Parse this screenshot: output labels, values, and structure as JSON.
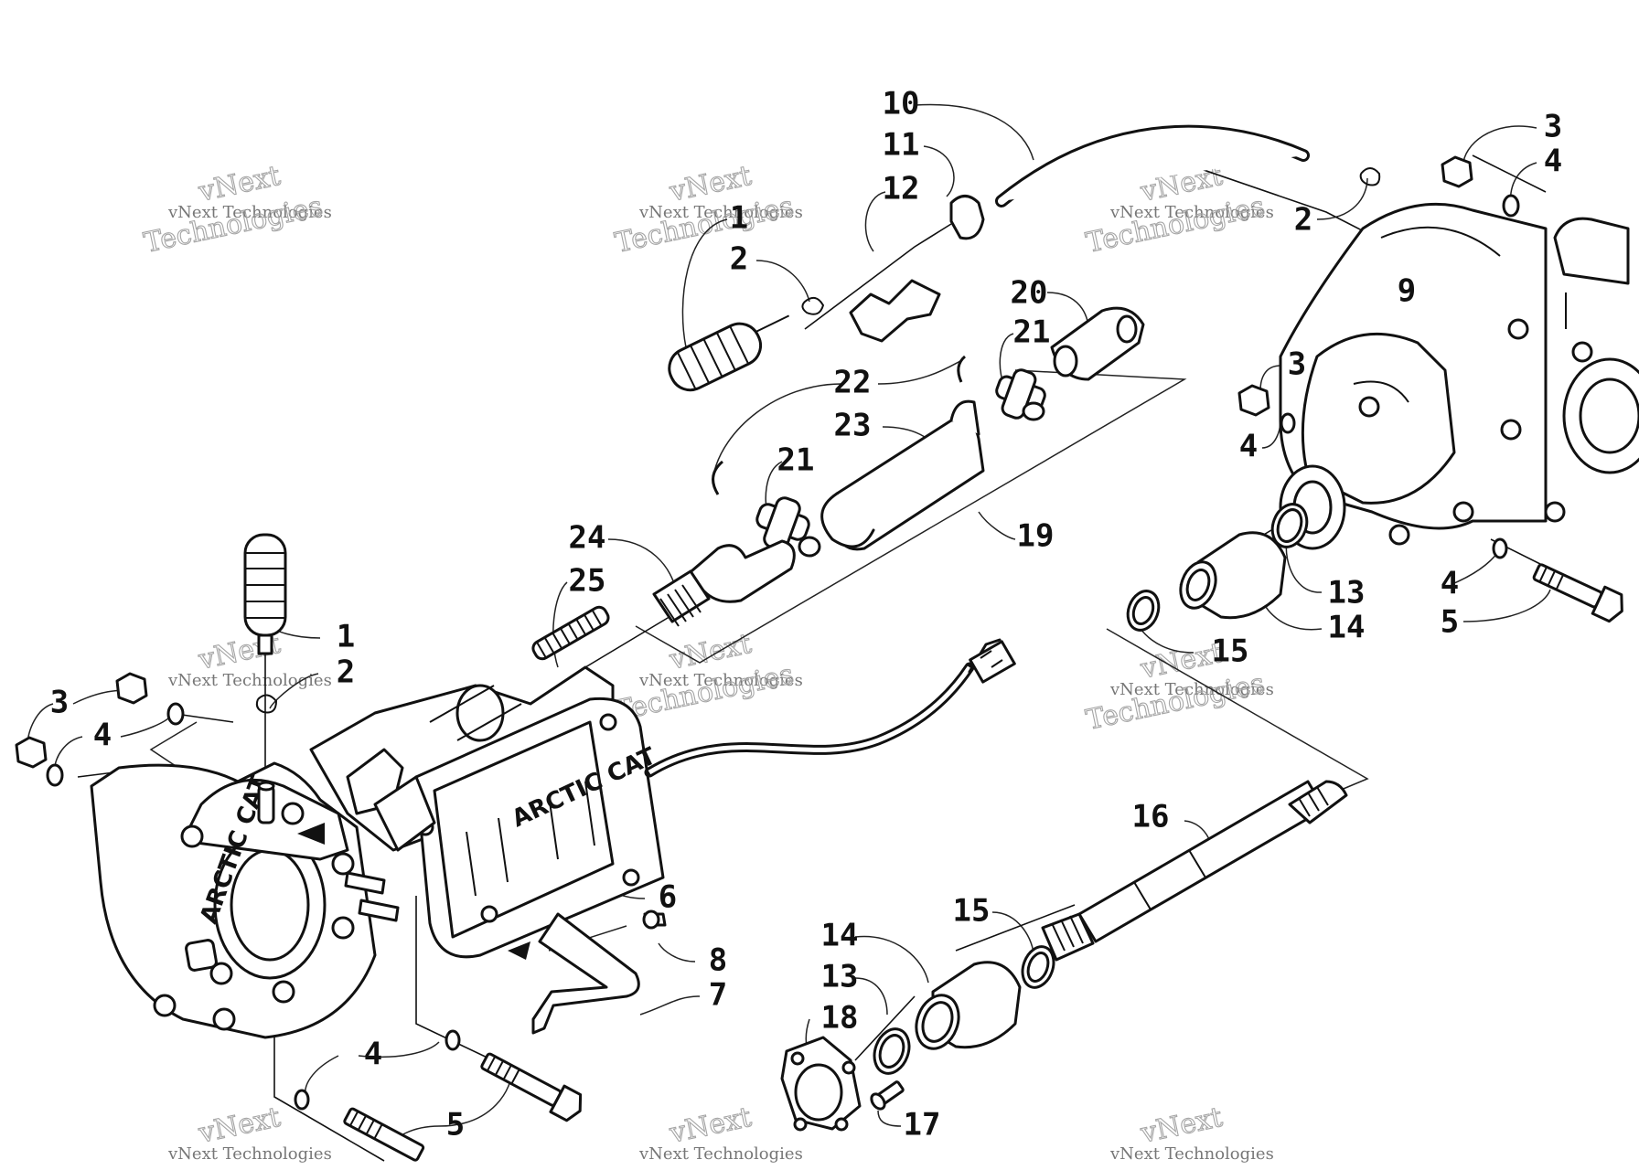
{
  "diagram": {
    "callouts": [
      "1",
      "2",
      "3",
      "4",
      "5",
      "6",
      "7",
      "8",
      "9",
      "10",
      "11",
      "12",
      "13",
      "14",
      "15",
      "16",
      "17",
      "18",
      "19",
      "20",
      "21",
      "22",
      "23",
      "24",
      "25"
    ],
    "brand_marks": [
      "ARCTIC CAT",
      "ARCTIC CAT"
    ],
    "watermark": {
      "line1": "vNext Technologies",
      "line2": "vNext",
      "line3": "Technologies"
    }
  }
}
